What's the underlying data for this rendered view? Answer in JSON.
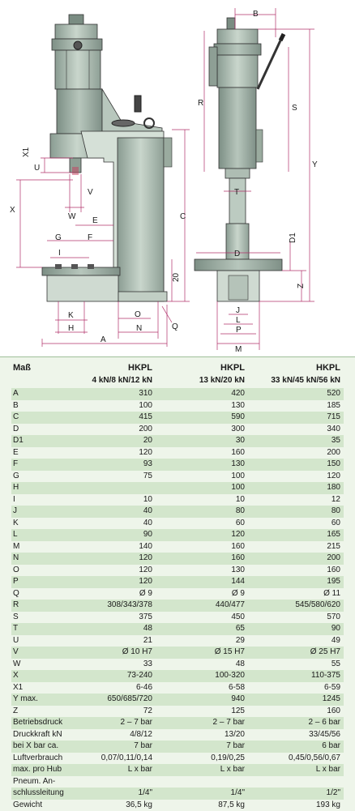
{
  "drawing": {
    "labels": {
      "B": "B",
      "R": "R",
      "S": "S",
      "Y": "Y",
      "X1": "X1",
      "U": "U",
      "V": "V",
      "X": "X",
      "W": "W",
      "C": "C",
      "E": "E",
      "G": "G",
      "F": "F",
      "I": "I",
      "T": "T",
      "D1": "D1",
      "D": "D",
      "Z": "Z",
      "20": "20",
      "K": "K",
      "H": "H",
      "O": "O",
      "N": "N",
      "Q": "Q",
      "A": "A",
      "J": "J",
      "L": "L",
      "P": "P",
      "M": "M"
    }
  },
  "table": {
    "header": {
      "col0": "Maß",
      "col1": "HKPL",
      "col2": "HKPL",
      "col3": "HKPL",
      "sub1": "4 kN/8 kN/12 kN",
      "sub2": "13 kN/20 kN",
      "sub3": "33 kN/45 kN/56 kN"
    },
    "rows": [
      {
        "label": "A",
        "v1": "310",
        "v2": "420",
        "v3": "520"
      },
      {
        "label": "B",
        "v1": "100",
        "v2": "130",
        "v3": "185"
      },
      {
        "label": "C",
        "v1": "415",
        "v2": "590",
        "v3": "715"
      },
      {
        "label": "D",
        "v1": "200",
        "v2": "300",
        "v3": "340"
      },
      {
        "label": "D1",
        "v1": "20",
        "v2": "30",
        "v3": "35"
      },
      {
        "label": "E",
        "v1": "120",
        "v2": "160",
        "v3": "200"
      },
      {
        "label": "F",
        "v1": "93",
        "v2": "130",
        "v3": "150"
      },
      {
        "label": "G",
        "v1": "75",
        "v2": "100",
        "v3": "120"
      },
      {
        "label": "H",
        "v1": "",
        "v2": "100",
        "v3": "180"
      },
      {
        "label": "I",
        "v1": "10",
        "v2": "10",
        "v3": "12"
      },
      {
        "label": "J",
        "v1": "40",
        "v2": "80",
        "v3": "80"
      },
      {
        "label": "K",
        "v1": "40",
        "v2": "60",
        "v3": "60"
      },
      {
        "label": "L",
        "v1": "90",
        "v2": "120",
        "v3": "165"
      },
      {
        "label": "M",
        "v1": "140",
        "v2": "160",
        "v3": "215"
      },
      {
        "label": "N",
        "v1": "120",
        "v2": "160",
        "v3": "200"
      },
      {
        "label": "O",
        "v1": "120",
        "v2": "130",
        "v3": "160"
      },
      {
        "label": "P",
        "v1": "120",
        "v2": "144",
        "v3": "195"
      },
      {
        "label": "Q",
        "v1": "Ø 9",
        "v2": "Ø 9",
        "v3": "Ø 11"
      },
      {
        "label": "R",
        "v1": "308/343/378",
        "v2": "440/477",
        "v3": "545/580/620"
      },
      {
        "label": "S",
        "v1": "375",
        "v2": "450",
        "v3": "570"
      },
      {
        "label": "T",
        "v1": "48",
        "v2": "65",
        "v3": "90"
      },
      {
        "label": "U",
        "v1": "21",
        "v2": "29",
        "v3": "49"
      },
      {
        "label": "V",
        "v1": "Ø 10 H7",
        "v2": "Ø 15 H7",
        "v3": "Ø 25 H7"
      },
      {
        "label": "W",
        "v1": "33",
        "v2": "48",
        "v3": "55"
      },
      {
        "label": "X",
        "v1": "73-240",
        "v2": "100-320",
        "v3": "110-375"
      },
      {
        "label": "X1",
        "v1": "6-46",
        "v2": "6-58",
        "v3": "6-59"
      },
      {
        "label": "Y max.",
        "v1": "650/685/720",
        "v2": "940",
        "v3": "1245"
      },
      {
        "label": "Z",
        "v1": "72",
        "v2": "125",
        "v3": "160"
      },
      {
        "label": "Betriebsdruck",
        "v1": "2 – 7 bar",
        "v2": "2 – 7 bar",
        "v3": "2 – 6 bar"
      },
      {
        "label": "Druckkraft kN",
        "v1": "4/8/12",
        "v2": "13/20",
        "v3": "33/45/56"
      },
      {
        "label": "bei X bar ca.",
        "v1": "7 bar",
        "v2": "7 bar",
        "v3": "6 bar"
      },
      {
        "label": "Luftverbrauch",
        "v1": "0,07/0,11/0,14",
        "v2": "0,19/0,25",
        "v3": "0,45/0,56/0,67"
      },
      {
        "label": "max. pro Hub",
        "v1": "L x bar",
        "v2": "L x bar",
        "v3": "L x bar"
      },
      {
        "label": "Pneum. An-",
        "v1": "",
        "v2": "",
        "v3": ""
      },
      {
        "label": "schlussleitung",
        "v1": "1/4\"",
        "v2": "1/4\"",
        "v3": "1/2\""
      },
      {
        "label": "Gewicht",
        "v1": "36,5 kg",
        "v2": "87,5 kg",
        "v3": "193 kg"
      }
    ]
  }
}
